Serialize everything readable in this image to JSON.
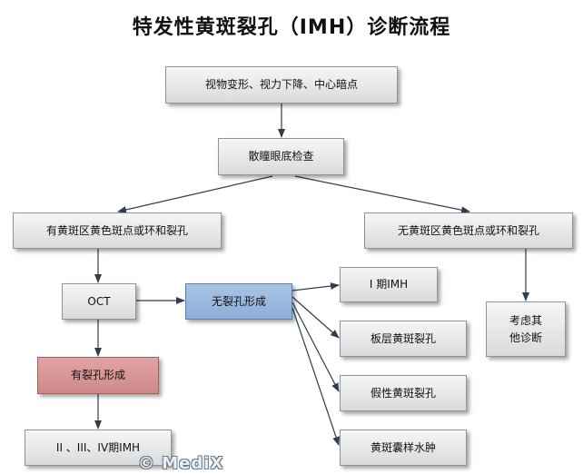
{
  "title": "特发性黄斑裂孔（IMH）诊断流程",
  "nodes": {
    "symptoms": "视物变形、视力下降、中心暗点",
    "fundus": "散瞳眼底检查",
    "has_ring": "有黄斑区黄色斑点或环和裂孔",
    "no_ring": "无黄斑区黄色斑点或环和裂孔",
    "oct": "OCT",
    "no_hole": "无裂孔形成",
    "stage1": "I 期IMH",
    "lamellar": "板层黄斑裂孔",
    "pseudo": "假性黄斑裂孔",
    "cyst": "黄斑囊样水肿",
    "consider_line1": "考虑其",
    "consider_line2": "他诊断",
    "has_hole": "有裂孔形成",
    "stage234": "II 、III、IV期IMH"
  },
  "watermark": "© MediX",
  "colors": {
    "default_node": "#e4e5e6",
    "highlight_blue": "#9bb9df",
    "highlight_red": "#d89696",
    "arrow": "#2f3e4e"
  }
}
